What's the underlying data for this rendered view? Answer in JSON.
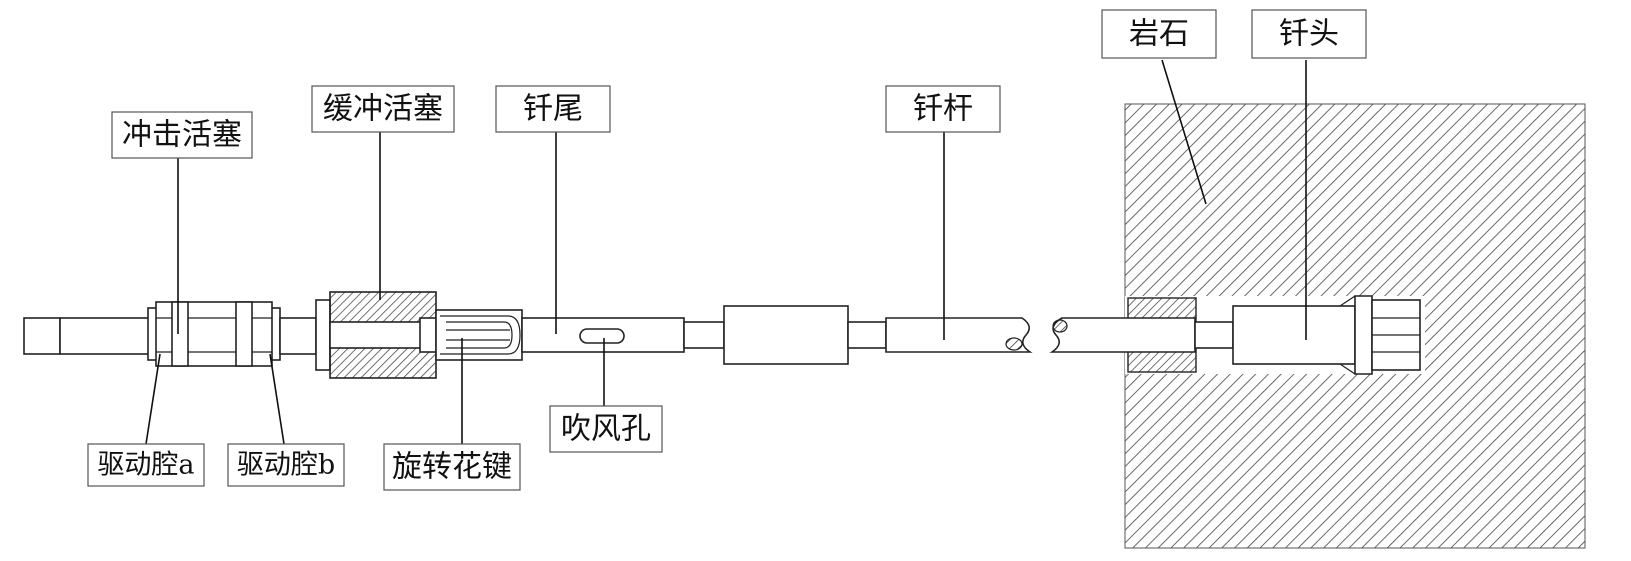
{
  "labels": {
    "impact_piston": "冲击活塞",
    "buffer_piston": "缓冲活塞",
    "shank": "钎尾",
    "rod": "钎杆",
    "rock": "岩石",
    "bit": "钎头",
    "drive_chamber_a": "驱动腔a",
    "drive_chamber_b": "驱动腔b",
    "rotary_spline": "旋转花键",
    "blow_hole": "吹风孔"
  },
  "colors": {
    "line": "#222222",
    "hatch": "#444444",
    "background": "#ffffff"
  }
}
